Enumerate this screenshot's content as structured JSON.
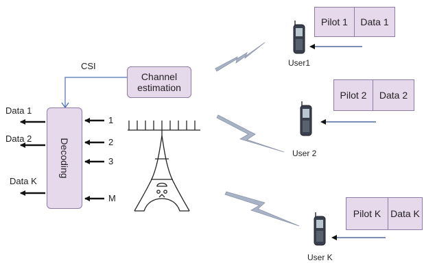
{
  "labels": {
    "csi": "CSI",
    "channel_estimation": "Channel estimation",
    "decoding": "Decoding",
    "outputs": [
      "Data 1",
      "Data 2",
      "Data K"
    ],
    "antenna_inputs": [
      "1",
      "2",
      "3",
      "M"
    ]
  },
  "users": [
    {
      "label": "User1",
      "pilot": "Pilot 1",
      "data": "Data 1"
    },
    {
      "label": "User 2",
      "pilot": "Pilot 2",
      "data": "Data 2"
    },
    {
      "label": "User K",
      "pilot": "Pilot K",
      "data": "Data K"
    }
  ],
  "colors": {
    "box_fill": "#e6d9ec",
    "box_border": "#8e7aa3",
    "csi_line": "#4a6fb5",
    "lightning_fill": "#a9b3c8",
    "lightning_stroke": "#8a93a8",
    "arrow": "#111111"
  }
}
